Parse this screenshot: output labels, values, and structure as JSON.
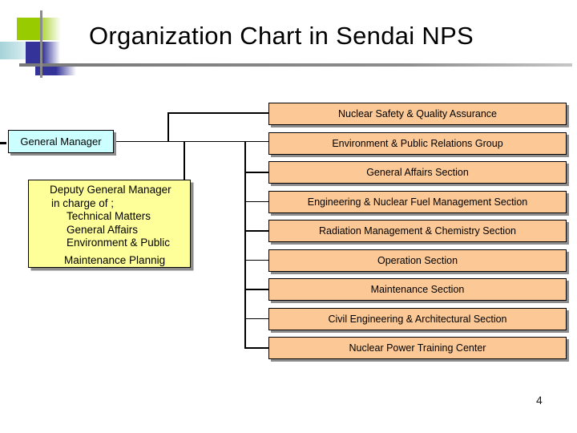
{
  "slide": {
    "title": "Organization Chart in Sendai NPS",
    "page_number": "4"
  },
  "chart": {
    "general_manager": {
      "label": "General Manager"
    },
    "deputy": {
      "lines": [
        "Deputy General Manager",
        "in charge of ;",
        "Technical Matters",
        "General Affairs",
        "Environment & Public",
        "Maintenance Plannig"
      ]
    },
    "org_units": [
      {
        "label": "Nuclear Safety & Quality Assurance"
      },
      {
        "label": "Environment & Public Relations Group"
      },
      {
        "label": "General Affairs Section"
      },
      {
        "label": "Engineering & Nuclear Fuel Management Section"
      },
      {
        "label": "Radiation Management & Chemistry Section"
      },
      {
        "label": "Operation Section"
      },
      {
        "label": "Maintenance Section"
      },
      {
        "label": "Civil Engineering & Architectural Section"
      },
      {
        "label": "Nuclear Power Training Center"
      }
    ]
  },
  "colors": {
    "unit_box_fill": "#FBC896",
    "manager_box_fill": "#CCFFFF",
    "deputy_box_fill": "#FFFF99",
    "box_border": "#000000",
    "box_shadow": "#8C8C8C",
    "accent_green": "#99CC00",
    "accent_blue": "#333399",
    "accent_teal": "#A5D3D9",
    "rule_gray": "#8B8B8B"
  }
}
